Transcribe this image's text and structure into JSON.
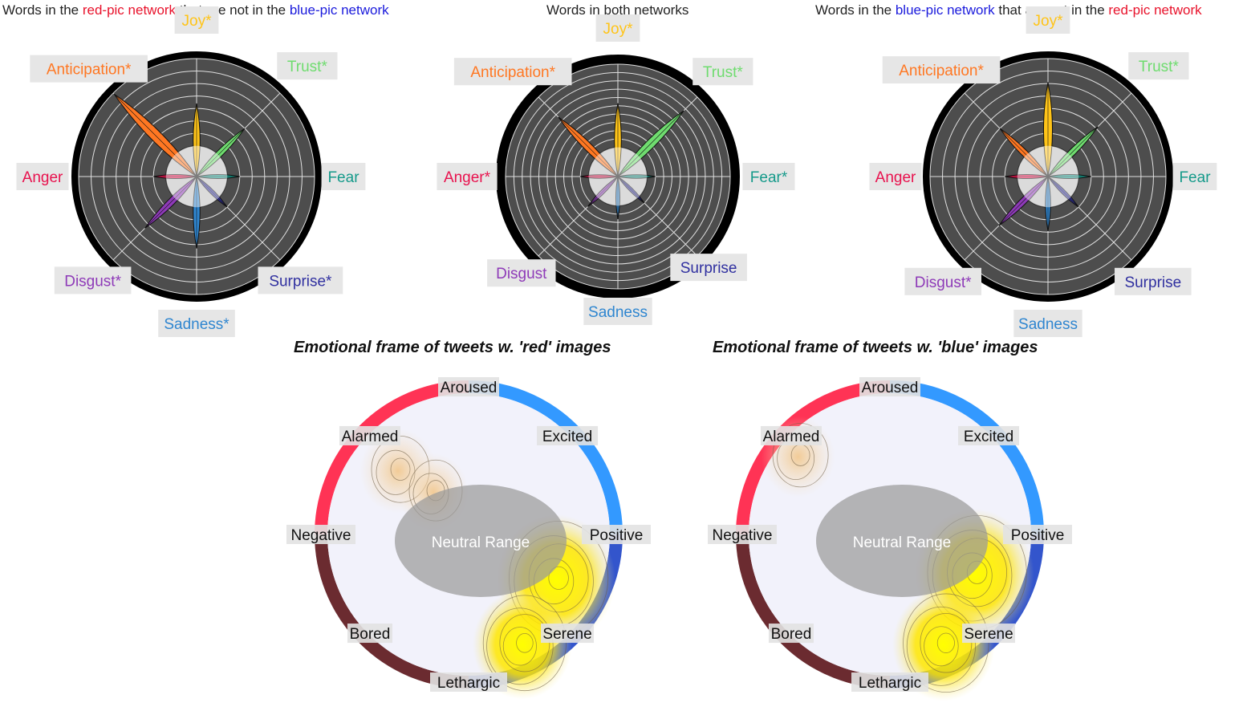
{
  "panel_titles": {
    "left": {
      "pre": "Words in the ",
      "red": "red-pic network",
      "mid": " that are not in the ",
      "blue": "blue-pic network",
      "post": ""
    },
    "middle": {
      "text": "Words in both networks"
    },
    "right": {
      "pre": "Words in the ",
      "blue": "blue-pic network",
      "mid": " that are not  in the ",
      "red": "red-pic network",
      "post": ""
    }
  },
  "emotion_colors": {
    "Joy": "#ffc418",
    "Trust": "#6fdc6f",
    "Fear": "#159a8a",
    "Surprise": "#3030a0",
    "Sadness": "#2f86d0",
    "Disgust": "#8e3ab8",
    "Anger": "#e8124e",
    "Anticipation": "#ff7722"
  },
  "chart_data": [
    {
      "type": "radial-petal",
      "panel": "left",
      "labels": [
        "Joy*",
        "Trust*",
        "Fear",
        "Surprise*",
        "Sadness*",
        "Disgust*",
        "Anger",
        "Anticipation*"
      ],
      "emotions": [
        "Joy",
        "Trust",
        "Fear",
        "Surprise",
        "Sadness",
        "Disgust",
        "Anger",
        "Anticipation"
      ],
      "values": [
        3.4,
        3.0,
        1.0,
        1.0,
        3.3,
        3.4,
        1.0,
        6.9
      ],
      "range": [
        0,
        7
      ]
    },
    {
      "type": "radial-petal",
      "panel": "middle",
      "labels": [
        "Joy*",
        "Trust*",
        "Fear*",
        "Surprise",
        "Sadness",
        "Disgust",
        "Anger*",
        "Anticipation*"
      ],
      "emotions": [
        "Joy",
        "Trust",
        "Fear",
        "Surprise",
        "Sadness",
        "Disgust",
        "Anger",
        "Anticipation"
      ],
      "values": [
        5.3,
        7.7,
        1.0,
        1.0,
        1.6,
        1.6,
        1.0,
        6.6
      ],
      "range": [
        0,
        10
      ]
    },
    {
      "type": "radial-petal",
      "panel": "right",
      "labels": [
        "Joy*",
        "Trust*",
        "Fear",
        "Surprise",
        "Sadness",
        "Disgust*",
        "Anger",
        "Anticipation*"
      ],
      "emotions": [
        "Joy",
        "Trust",
        "Fear",
        "Surprise",
        "Sadness",
        "Disgust*",
        "Anger",
        "Anticipation"
      ],
      "values": [
        5.1,
        3.2,
        1.0,
        1.0,
        1.9,
        3.1,
        1.0,
        3.0
      ],
      "range": [
        0,
        7
      ]
    },
    {
      "type": "circumplex-density",
      "title": "Emotional frame of tweets w. 'red' images",
      "labels": [
        "Aroused",
        "Excited",
        "Positive",
        "Serene",
        "Lethargic",
        "Bored",
        "Negative",
        "Alarmed"
      ],
      "neutral_label": "Neutral Range",
      "density_peaks": [
        {
          "valence": 0.62,
          "arousal": -0.32,
          "strength": 1.0
        },
        {
          "valence": 0.38,
          "arousal": -0.78,
          "strength": 0.7
        },
        {
          "valence": -0.5,
          "arousal": 0.45,
          "strength": 0.35
        },
        {
          "valence": -0.25,
          "arousal": 0.3,
          "strength": 0.25
        }
      ]
    },
    {
      "type": "circumplex-density",
      "title": "Emotional frame of tweets w. 'blue' images",
      "labels": [
        "Aroused",
        "Excited",
        "Positive",
        "Serene",
        "Lethargic",
        "Bored",
        "Negative",
        "Alarmed"
      ],
      "neutral_label": "Neutral Range",
      "density_peaks": [
        {
          "valence": 0.6,
          "arousal": -0.28,
          "strength": 1.0
        },
        {
          "valence": 0.38,
          "arousal": -0.78,
          "strength": 0.75
        },
        {
          "valence": -0.65,
          "arousal": 0.55,
          "strength": 0.3
        }
      ]
    }
  ]
}
